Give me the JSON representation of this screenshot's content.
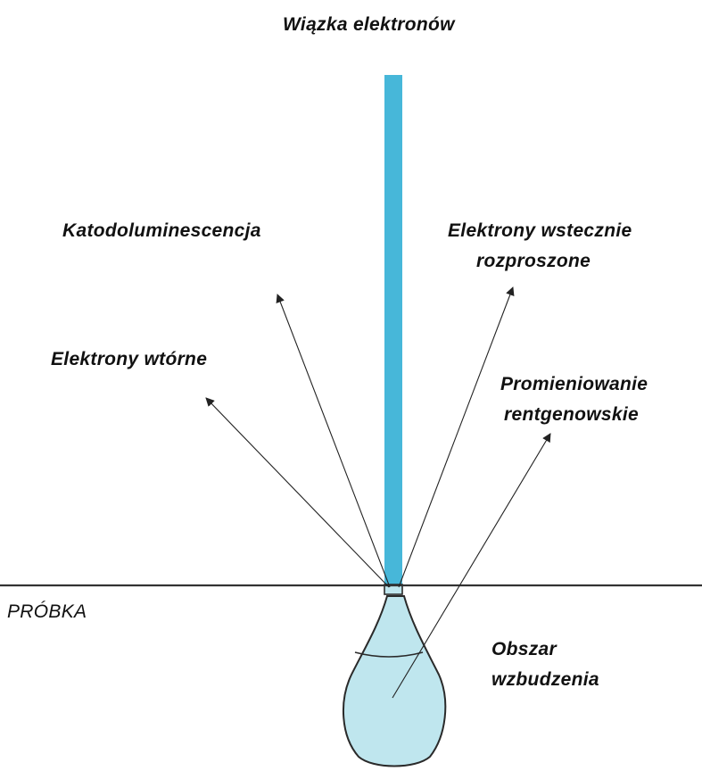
{
  "labels": {
    "beam": "Wiązka elektronów",
    "cathodo": "Katodoluminescencja",
    "backscattered_1": "Elektrony wstecznie",
    "backscattered_2": "rozproszone",
    "secondary": "Elektrony wtórne",
    "xray_1": "Promieniowanie",
    "xray_2": "rentgenowskie",
    "sample": "PRÓBKA",
    "excitation_1": "Obszar",
    "excitation_2": "wzbudzenia"
  },
  "colors": {
    "beam": "#47b7d9",
    "excitation_volume_fill": "#bfe6ee",
    "excitation_volume_stroke": "#2a2a2a",
    "sample_surface": "#333333",
    "arrows": "#222222",
    "text": "#111111"
  }
}
